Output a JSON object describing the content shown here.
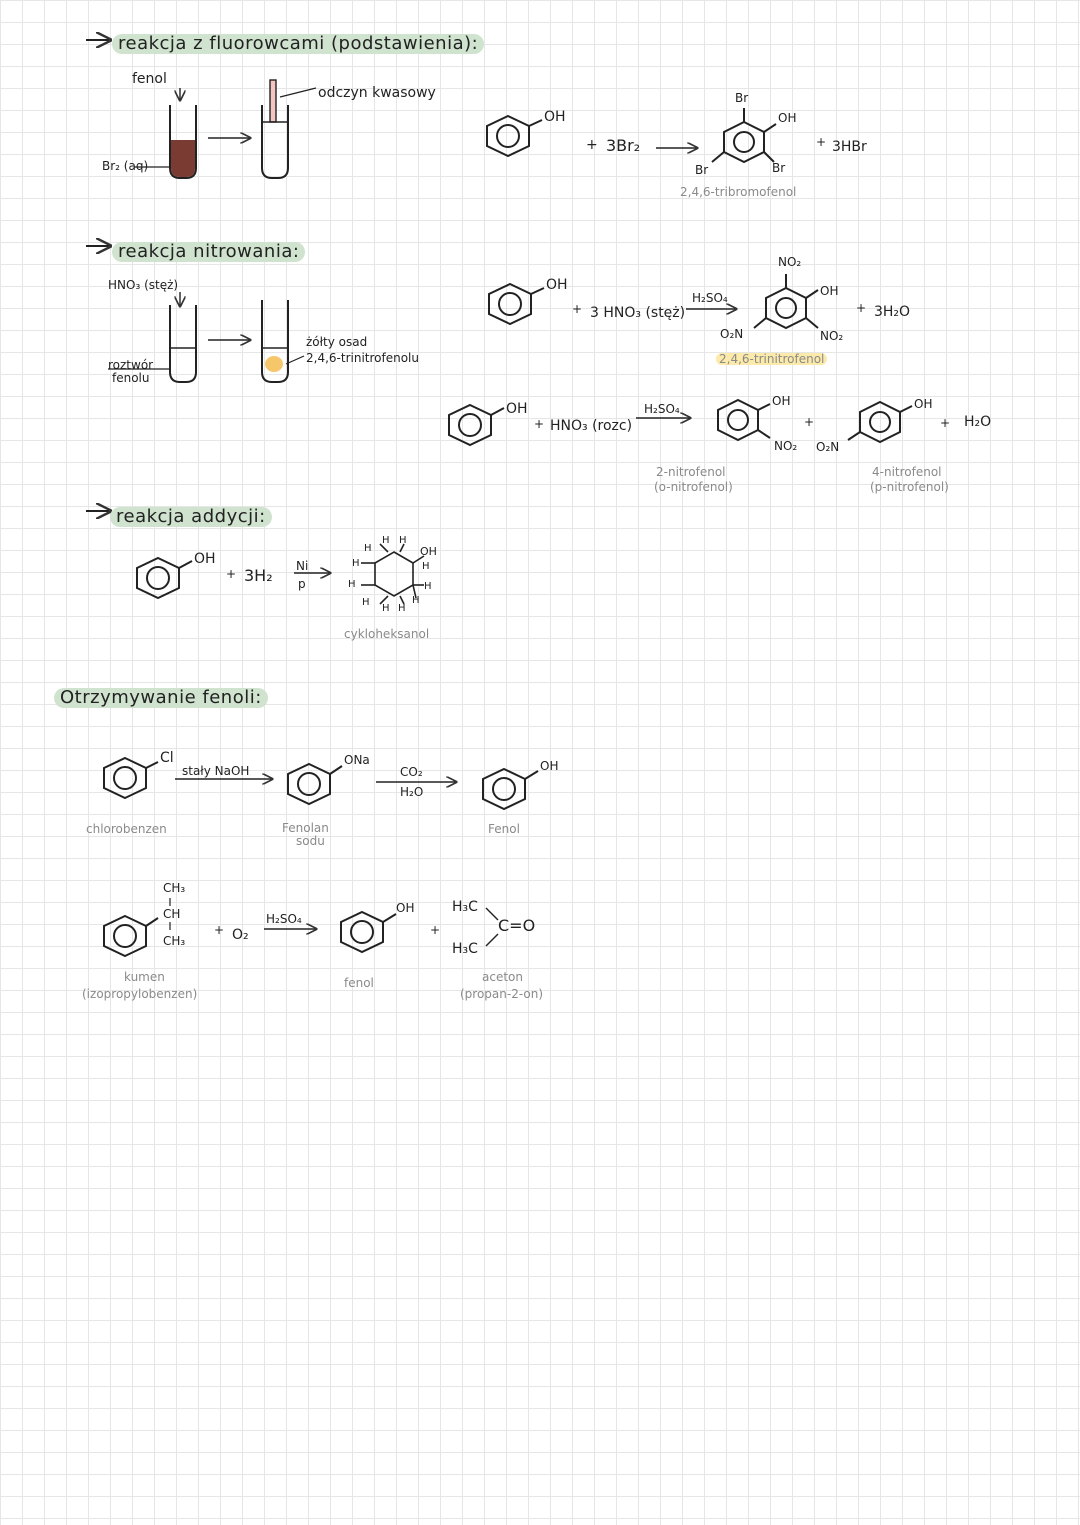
{
  "section1": {
    "heading": "reakcja z fluorowcami (podstawienia):",
    "label_fenol": "fenol",
    "label_br2": "Br₂ (aq)",
    "label_odczyn": "odczyn kwasowy",
    "eq": {
      "oh": "OH",
      "plus1": "+",
      "reagent": "3Br₂",
      "br_top": "Br",
      "oh2": "OH",
      "br_left": "Br",
      "br_right": "Br",
      "plus2": "+",
      "byproduct": "3HBr",
      "product_name": "2,4,6-tribromofenol"
    }
  },
  "section2": {
    "heading": "reakcja nitrowania:",
    "label_hno3": "HNO₃ (stęż)",
    "label_roztwor": "roztwór",
    "label_fenolu": "fenolu",
    "label_osad1": "żółty osad",
    "label_osad2": "2,4,6-trinitrofenolu",
    "eq1": {
      "oh": "OH",
      "plus1": "+",
      "reagent": "3 HNO₃ (stęż)",
      "catalyst": "H₂SO₄",
      "no2_top": "NO₂",
      "oh2": "OH",
      "o2n": "O₂N",
      "no2_right": "NO₂",
      "plus2": "+",
      "byproduct": "3H₂O",
      "product_name": "2,4,6-trinitrofenol"
    },
    "eq2": {
      "oh": "OH",
      "plus1": "+",
      "reagent": "HNO₃ (rozc)",
      "catalyst": "H₂SO₄",
      "p1_oh": "OH",
      "p1_no2": "NO₂",
      "plus2": "+",
      "p2_o2n": "O₂N",
      "p2_oh": "OH",
      "plus3": "+",
      "water": "H₂O",
      "p1_name1": "2-nitrofenol",
      "p1_name2": "(o-nitrofenol)",
      "p2_name1": "4-nitrofenol",
      "p2_name2": "(p-nitrofenol)"
    }
  },
  "section3": {
    "heading": "reakcja addycji:",
    "oh": "OH",
    "plus": "+",
    "reagent": "3H₂",
    "cat_top": "Ni",
    "cat_bottom": "p",
    "product_name": "cykloheksanol",
    "h": "H",
    "oh2": "OH"
  },
  "section4": {
    "heading": "Otrzymywanie fenoli:",
    "eq1": {
      "cl": "Cl",
      "reagent1": "stały NaOH",
      "ona": "ONa",
      "co2": "CO₂",
      "h2o": "H₂O",
      "oh": "OH",
      "name1": "chlorobenzen",
      "name2a": "Fenolan",
      "name2b": "sodu",
      "name3": "Fenol"
    },
    "eq2": {
      "ch3_top": "CH₃",
      "ch": "CH",
      "ch3_bottom": "CH₃",
      "plus1": "+",
      "o2": "O₂",
      "catalyst": "H₂SO₄",
      "oh": "OH",
      "plus2": "+",
      "h3c_top": "H₃C",
      "co": "C=O",
      "h3c_bottom": "H₃C",
      "name1a": "kumen",
      "name1b": "(izopropylobenzen)",
      "name2": "fenol",
      "name3a": "aceton",
      "name3b": "(propan-2-on)"
    }
  }
}
